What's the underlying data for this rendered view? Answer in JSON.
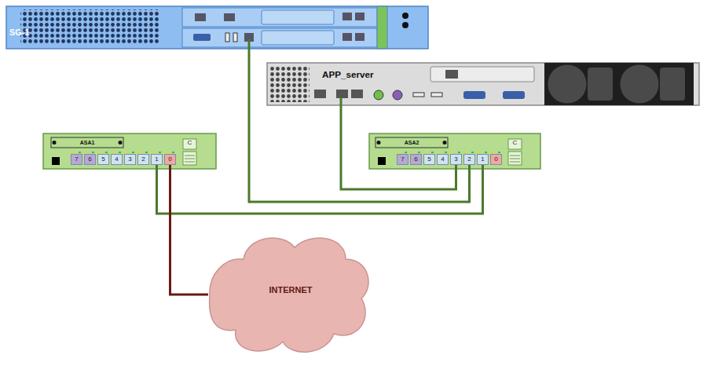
{
  "diagram": {
    "nodes": [
      {
        "text": [
          "SG-1"
        ]
      },
      {
        "text": [
          "APP_server"
        ]
      },
      {
        "text": [
          "ASA1"
        ]
      },
      {
        "text": [
          "7"
        ],
        "in": 2
      },
      {
        "text": [
          "6"
        ],
        "in": 2
      },
      {
        "text": [
          "5"
        ],
        "in": 2
      },
      {
        "text": [
          "4"
        ],
        "in": 2
      },
      {
        "text": [
          "3"
        ],
        "in": 2
      },
      {
        "text": [
          "2"
        ],
        "in": 2
      },
      {
        "text": [
          "1"
        ],
        "in": 2
      },
      {
        "text": [
          "0"
        ],
        "in": 2
      },
      {
        "text": [
          "ASA2"
        ]
      },
      {
        "text": [
          "7"
        ],
        "in": 11
      },
      {
        "text": [
          "6"
        ],
        "in": 11
      },
      {
        "text": [
          "5"
        ],
        "in": 11
      },
      {
        "text": [
          "4"
        ],
        "in": 11
      },
      {
        "text": [
          "3"
        ],
        "in": 11
      },
      {
        "text": [
          "2"
        ],
        "in": 11
      },
      {
        "text": [
          "1"
        ],
        "in": 11
      },
      {
        "text": [
          "0"
        ],
        "in": 11
      },
      {
        "text": [
          "INTERNET"
        ]
      }
    ],
    "edges": [
      {
        "from": 0,
        "to": 17,
        "arrow": "none"
      },
      {
        "from": 1,
        "to": 16,
        "arrow": "none"
      },
      {
        "from": 9,
        "to": 18,
        "arrow": "none"
      },
      {
        "from": 10,
        "to": 20,
        "arrow": "none"
      }
    ],
    "labels": [
      "C",
      "C"
    ]
  }
}
